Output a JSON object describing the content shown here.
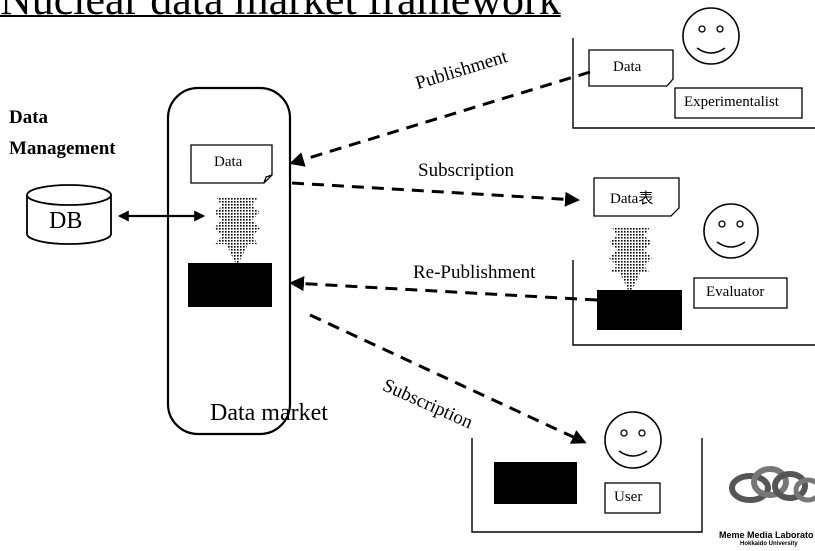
{
  "title": "Nuclear data market framework",
  "data_management_label": [
    "Data",
    "Management"
  ],
  "db_label": "DB",
  "market_label": "Data market",
  "doc_labels": {
    "market_data": "Data",
    "experimentalist_data": "Data",
    "evaluator_data": "Data表"
  },
  "roles": {
    "experimentalist": "Experimentalist",
    "evaluator": "Evaluator",
    "user": "User"
  },
  "flows": {
    "publishment": "Publishment",
    "subscription_1": "Subscription",
    "republishment": "Re-Publishment",
    "subscription_2": "Subscription"
  },
  "logo": {
    "line1": "Meme Media Laborato",
    "line2": "Hokkaido University"
  },
  "colors": {
    "ink": "#000000",
    "background": "#ffffff",
    "dither": "#9a9a9a"
  }
}
